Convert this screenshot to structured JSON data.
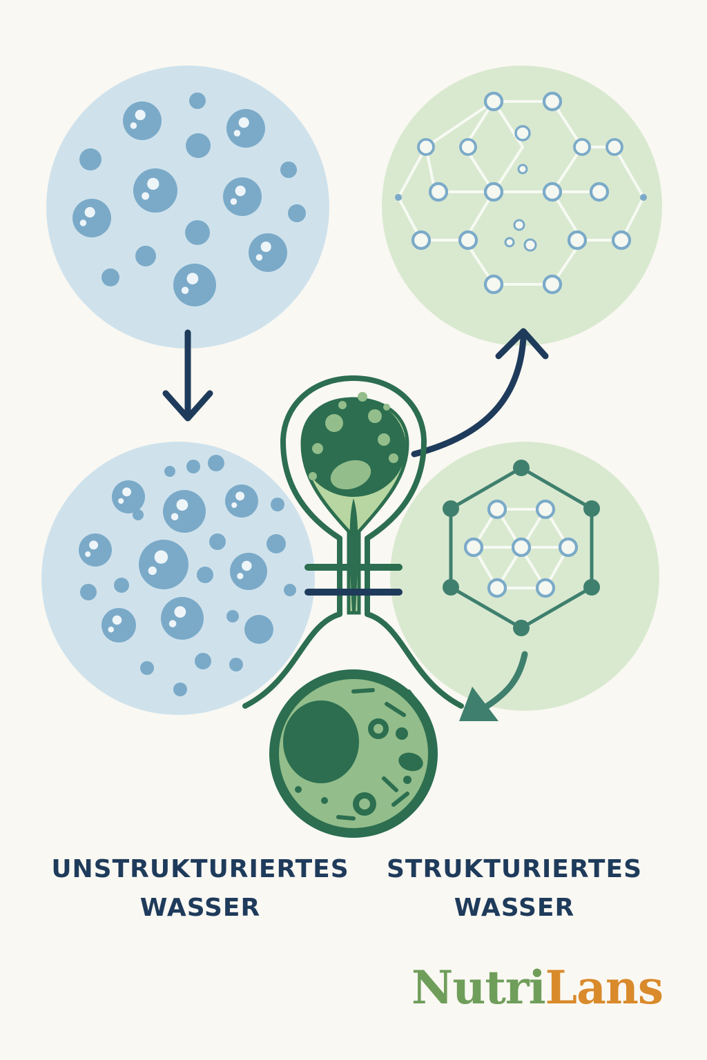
{
  "labels": {
    "unstructured_line1": "UNSTRUKTURIERTES",
    "unstructured_line2": "WASSER",
    "structured_line1": "STRUKTURIERTES",
    "structured_line2": "WASSER"
  },
  "logo": {
    "part1": "Nutri",
    "part2": "Lans"
  },
  "colors": {
    "background": "#faf8f3",
    "unstructured_circle": "#cfe2ec",
    "structured_circle": "#d9e9d0",
    "molecule_blue": "#7baac8",
    "arrow_navy": "#1f3b5b",
    "cell_dark_green": "#2c6e4f",
    "cell_light_green": "#93bd8b",
    "lattice_teal": "#3f7f6e",
    "text": "#1f3b5b",
    "logo_green": "#6f9e5a",
    "logo_orange": "#d98a2b"
  },
  "icons": [
    "down-arrow-icon",
    "curved-arrow-icon",
    "water-molecule-icon",
    "hexagon-lattice-icon",
    "cell-icon"
  ]
}
